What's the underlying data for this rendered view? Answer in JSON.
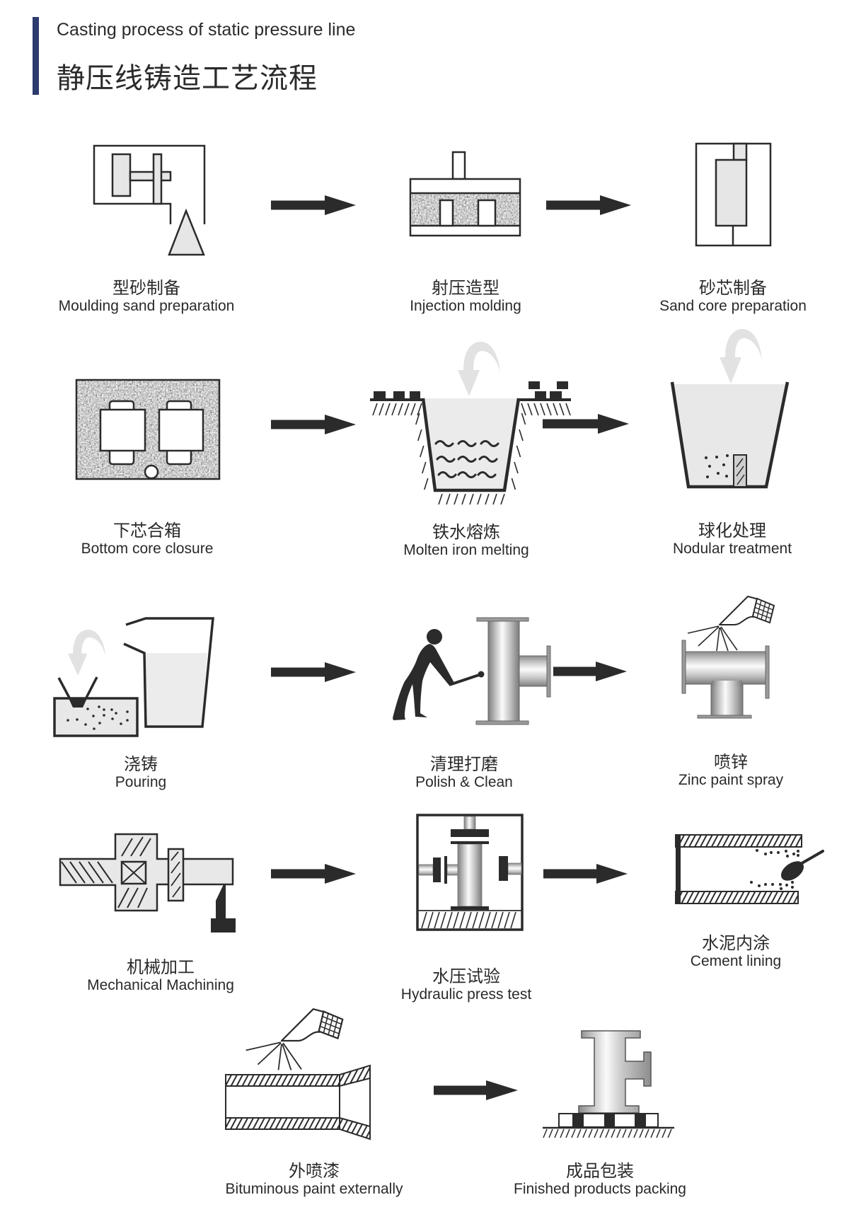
{
  "header": {
    "title_en": "Casting process of static pressure line",
    "title_zh": "静压线铸造工艺流程",
    "accent_color": "#2c3a6e"
  },
  "colors": {
    "text": "#2a2a2a",
    "ink": "#2b2b2b",
    "light_fill": "#e6e6e6",
    "curl_arrow": "#e2e2e2"
  },
  "flow_arrow_icon": "right-arrow-icon",
  "steps": [
    {
      "zh": "型砂制备",
      "en": "Moulding sand preparation",
      "icon": "sand-mixer-icon"
    },
    {
      "zh": "射压造型",
      "en": "Injection molding",
      "icon": "injection-mold-icon"
    },
    {
      "zh": "砂芯制备",
      "en": "Sand core preparation",
      "icon": "sand-core-box-icon"
    },
    {
      "zh": "下芯合箱",
      "en": "Bottom core closure",
      "icon": "mold-box-cores-icon"
    },
    {
      "zh": "铁水熔炼",
      "en": "Molten iron melting",
      "icon": "melting-furnace-icon"
    },
    {
      "zh": "球化处理",
      "en": "Nodular treatment",
      "icon": "treatment-ladle-icon"
    },
    {
      "zh": "浇铸",
      "en": "Pouring",
      "icon": "pouring-ladle-icon"
    },
    {
      "zh": "清理打磨",
      "en": "Polish & Clean",
      "icon": "worker-grinding-pipe-icon"
    },
    {
      "zh": "喷锌",
      "en": "Zinc paint spray",
      "icon": "spray-gun-tee-icon"
    },
    {
      "zh": "机械加工",
      "en": "Mechanical Machining",
      "icon": "lathe-machining-icon"
    },
    {
      "zh": "水压试验",
      "en": "Hydraulic press test",
      "icon": "hydraulic-test-rig-icon"
    },
    {
      "zh": "水泥内涂",
      "en": "Cement lining",
      "icon": "cement-lining-pipe-icon"
    },
    {
      "zh": "外喷漆",
      "en": "Bituminous paint externally",
      "icon": "spray-gun-pipe-icon"
    },
    {
      "zh": "成品包装",
      "en": "Finished products packing",
      "icon": "packed-fitting-pallet-icon"
    }
  ]
}
